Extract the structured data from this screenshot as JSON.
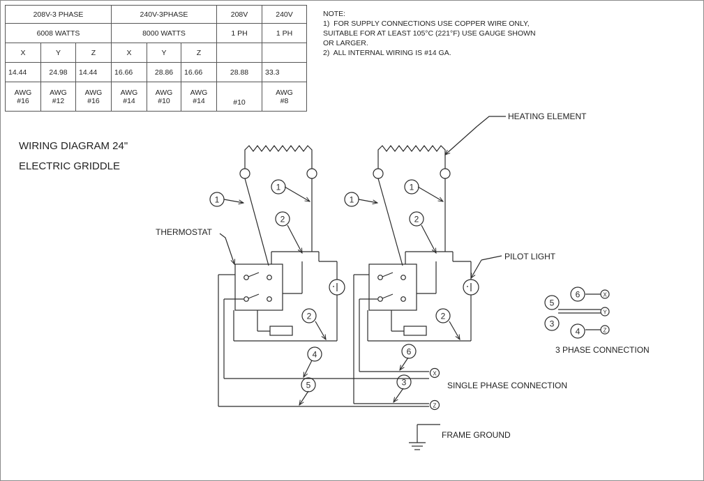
{
  "table": {
    "row1": [
      "208V-3 PHASE",
      "240V-3PHASE",
      "208V",
      "240V"
    ],
    "row2": [
      "6008 WATTS",
      "8000 WATTS",
      "1 PH",
      "1 PH"
    ],
    "row3": [
      "X",
      "Y",
      "Z",
      "X",
      "Y",
      "Z",
      "",
      ""
    ],
    "row4": [
      "14.44",
      "24.98",
      "14.44",
      "16.66",
      "28.86",
      "16.66",
      "28.88",
      "33.3"
    ],
    "row5a": [
      "AWG",
      "AWG",
      "AWG",
      "AWG",
      "AWG",
      "AWG",
      "",
      "AWG"
    ],
    "row5b": [
      "#16",
      "#12",
      "#16",
      "#14",
      "#10",
      "#14",
      "#10",
      "#8"
    ]
  },
  "notes": {
    "heading": "NOTE:",
    "line1": "1)  FOR SUPPLY CONNECTIONS USE COPPER WIRE ONLY,",
    "line2": "SUITABLE FOR AT LEAST 105°C (221°F) USE GAUGE SHOWN",
    "line3": "OR LARGER.",
    "line4": "2)  ALL INTERNAL WIRING IS #14 GA."
  },
  "title": {
    "line1": "WIRING DIAGRAM 24\"",
    "line2": "ELECTRIC GRIDDLE"
  },
  "labels": {
    "heating_element": "HEATING ELEMENT",
    "thermostat": "THERMOSTAT",
    "pilot_light": "PILOT LIGHT",
    "three_phase": "3 PHASE CONNECTION",
    "single_phase": "SINGLE PHASE CONNECTION",
    "frame_ground": "FRAME GROUND"
  },
  "callouts": {
    "one": "1",
    "two": "2",
    "three": "3",
    "four": "4",
    "five": "5",
    "six": "6"
  },
  "terminals": {
    "x": "X",
    "y": "Y",
    "z": "Z"
  }
}
